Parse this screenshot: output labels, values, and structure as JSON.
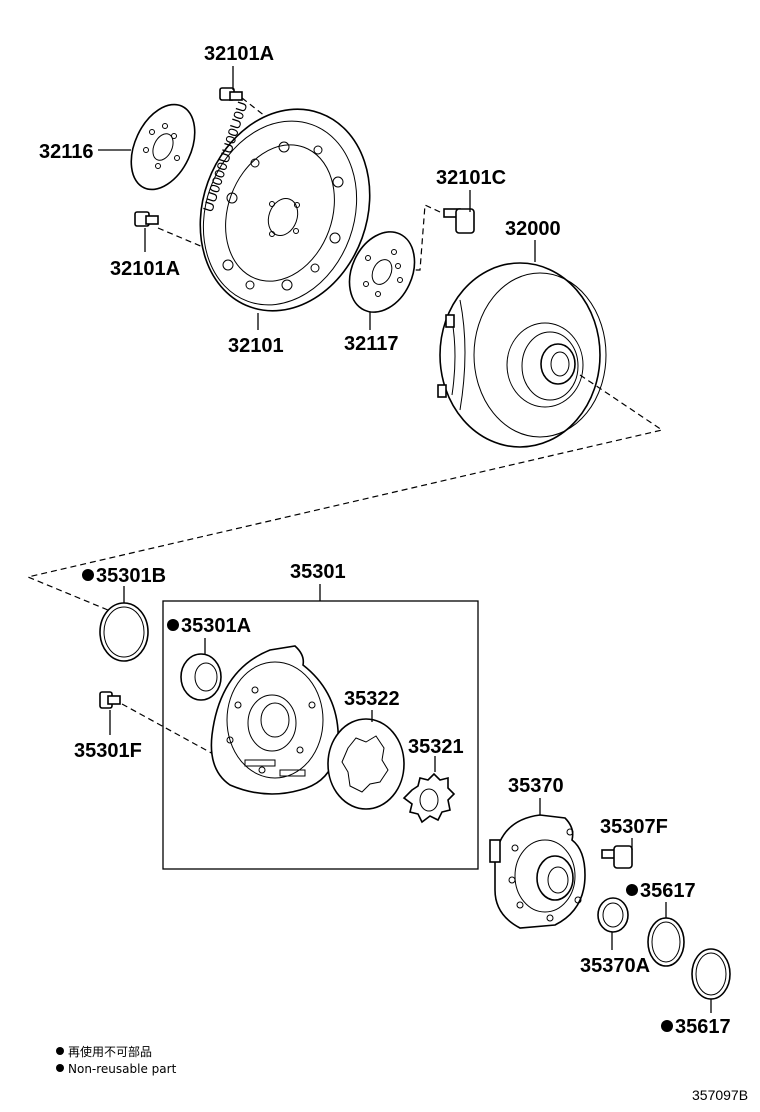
{
  "labels": {
    "p32101A_top": "32101A",
    "p32116": "32116",
    "p32101A_left": "32101A",
    "p32101": "32101",
    "p32101C": "32101C",
    "p32000": "32000",
    "p32117": "32117",
    "p35301B": "35301B",
    "p35301": "35301",
    "p35301A": "35301A",
    "p35301F": "35301F",
    "p35322": "35322",
    "p35321": "35321",
    "p35370": "35370",
    "p35307F": "35307F",
    "p35617_a": "35617",
    "p35370A": "35370A",
    "p35617_b": "35617"
  },
  "legend": {
    "line1": "再使用不可部品",
    "line2": "Non-reusable part"
  },
  "diagram_code": "357097B",
  "drive_plate_stamp": "UU0000UU00U0U"
}
